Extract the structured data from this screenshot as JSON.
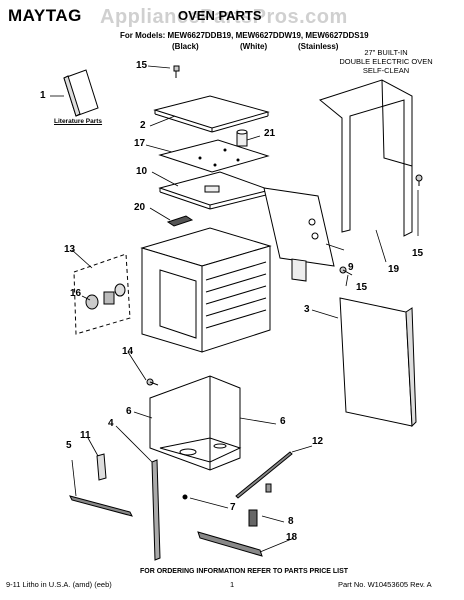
{
  "header": {
    "brand": "MAYTAG",
    "watermark": "AppliancePartsPros.com",
    "title": "OVEN PARTS",
    "models_line": "For Models: MEW6627DDB19, MEW6627DDW19, MEW6627DDS19",
    "finish_black": "(Black)",
    "finish_white": "(White)",
    "finish_stainless": "(Stainless)",
    "oven_desc_1": "27\" BUILT-IN",
    "oven_desc_2": "DOUBLE ELECTRIC OVEN",
    "oven_desc_3": "SELF-CLEAN"
  },
  "literature_label": "Literature Parts",
  "callouts": [
    "1",
    "2",
    "3",
    "4",
    "5",
    "6",
    "6",
    "7",
    "8",
    "9",
    "10",
    "11",
    "12",
    "13",
    "14",
    "15",
    "15",
    "15",
    "16",
    "17",
    "18",
    "19",
    "20",
    "21"
  ],
  "footer": {
    "note": "FOR ORDERING INFORMATION REFER TO PARTS PRICE LIST",
    "left": "9-11 Litho in U.S.A. (amd) (eeb)",
    "page": "1",
    "right": "Part No. W10453605 Rev. A"
  }
}
